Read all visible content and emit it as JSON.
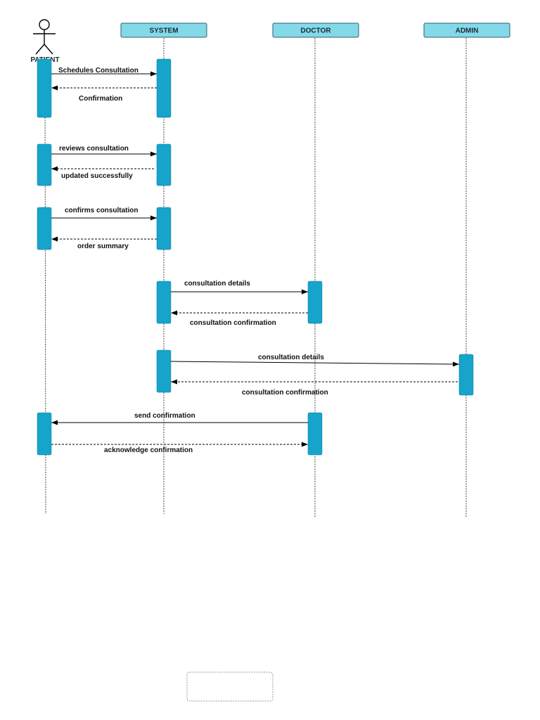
{
  "participants": {
    "patient": "PATIENT",
    "system": "SYSTEM",
    "doctor": "DOCTOR",
    "admin": "ADMIN"
  },
  "messages": [
    {
      "label": "Schedules Consultation"
    },
    {
      "label": "Confirmation"
    },
    {
      "label": "reviews consultation"
    },
    {
      "label": "updated successfully"
    },
    {
      "label": "confirms consultation"
    },
    {
      "label": "order summary"
    },
    {
      "label": "consultation details"
    },
    {
      "label": "consultation confirmation"
    },
    {
      "label": "consultation details"
    },
    {
      "label": "consultation confirmation"
    },
    {
      "label": "send confirmation"
    },
    {
      "label": "acknowledge confirmation"
    }
  ],
  "colors": {
    "participant_header": "#84d9e9",
    "activation_bar": "#16a4cb",
    "message_line": "#000000"
  }
}
